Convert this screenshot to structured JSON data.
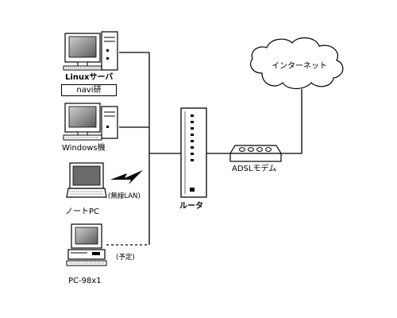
{
  "nodes": {
    "linux_server": {
      "label": "Linuxサーバ",
      "tag": "navi研",
      "icon": "tower-server-icon"
    },
    "windows_pc": {
      "label": "Windows機",
      "icon": "desktop-pc-icon"
    },
    "notebook_pc": {
      "label": "ノートPC",
      "link_note": "(無線LAN)",
      "icon": "notebook-pc-icon"
    },
    "pc98": {
      "label": "PC-98x1",
      "link_note": "(予定)",
      "icon": "desktop-pc-icon"
    },
    "router": {
      "label": "ルータ",
      "icon": "router-icon"
    },
    "adsl_modem": {
      "label": "ADSLモデム",
      "icon": "modem-icon"
    },
    "internet": {
      "label": "インターネット",
      "icon": "cloud-icon"
    }
  },
  "links": [
    {
      "from": "linux_server",
      "to": "router",
      "style": "solid"
    },
    {
      "from": "windows_pc",
      "to": "router",
      "style": "solid"
    },
    {
      "from": "notebook_pc",
      "to": "router",
      "style": "wireless"
    },
    {
      "from": "pc98",
      "to": "router",
      "style": "dashed"
    },
    {
      "from": "router",
      "to": "adsl_modem",
      "style": "solid"
    },
    {
      "from": "adsl_modem",
      "to": "internet",
      "style": "solid"
    }
  ],
  "colors": {
    "line": "#000000",
    "screen_fill": "#9a9a9a",
    "screen_dark": "#5a5a5a",
    "body_fill": "#ffffff"
  }
}
